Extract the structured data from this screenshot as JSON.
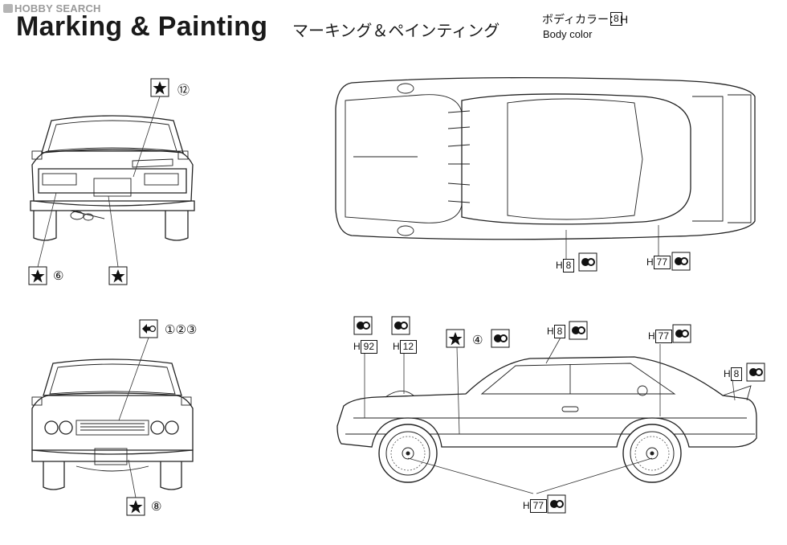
{
  "watermark": "HOBBY SEARCH",
  "title": "Marking & Painting",
  "subtitle_jp": "マーキング＆ペインティング",
  "body_color": {
    "label_jp": "ボディカラー：H",
    "code": "8",
    "label_en": "Body color"
  },
  "rear_view": {
    "callout_top": "⑫",
    "callout_left": "⑥"
  },
  "front_view": {
    "callout_top": "①②③",
    "callout_bottom": "⑧"
  },
  "top_view": {
    "paint_a": "8",
    "paint_b": "77"
  },
  "side_view": {
    "p1": "92",
    "p2": "12",
    "decal": "④",
    "p3": "8",
    "p4": "77",
    "p5": "8",
    "p6": "77"
  },
  "paint_prefix": "H"
}
